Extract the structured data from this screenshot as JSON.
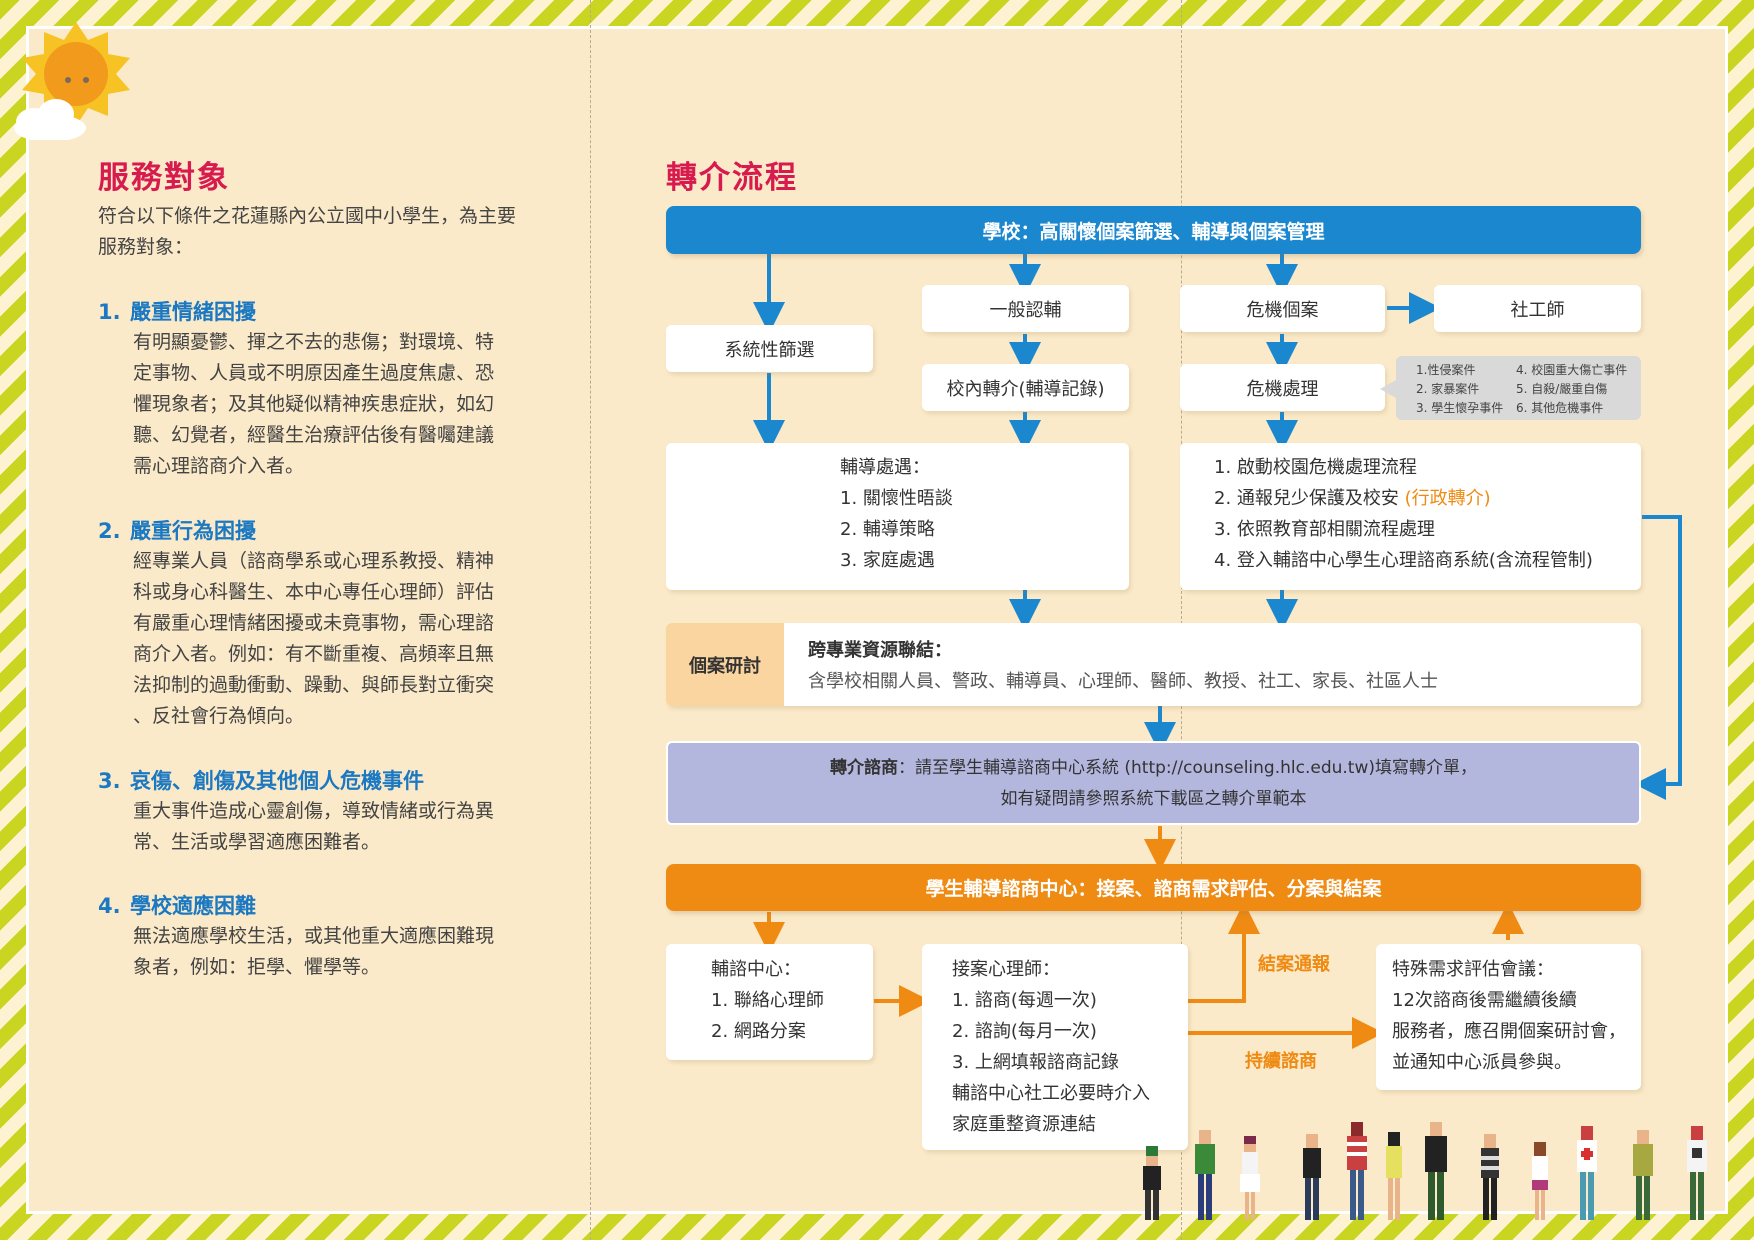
{
  "left": {
    "title": "服務對象",
    "intro": "符合以下條件之花蓮縣內公立國中小學生，為主要服務對象：",
    "items": [
      {
        "num": "1.",
        "title": "嚴重情緒困擾",
        "lines": [
          "有明顯憂鬱、揮之不去的悲傷；對環境、特",
          "定事物、人員或不明原因產生過度焦慮、恐",
          "懼現象者；及其他疑似精神疾患症狀，如幻",
          "聽、幻覺者，經醫生治療評估後有醫囑建議",
          "需心理諮商介入者。"
        ]
      },
      {
        "num": "2.",
        "title": "嚴重行為困擾",
        "lines": [
          "經專業人員（諮商學系或心理系教授、精神",
          "科或身心科醫生、本中心專任心理師）評估",
          "有嚴重心理情緒困擾或未竟事物，需心理諮",
          "商介入者。例如：有不斷重複、高頻率且無",
          "法抑制的過動衝動、躁動、與師長對立衝突",
          "、反社會行為傾向。"
        ]
      },
      {
        "num": "3.",
        "title": "哀傷、創傷及其他個人危機事件",
        "lines": [
          "重大事件造成心靈創傷，導致情緒或行為異",
          "常、生活或學習適應困難者。"
        ]
      },
      {
        "num": "4.",
        "title": "學校適應困難",
        "lines": [
          "無法適應學校生活，或其他重大適應困難現",
          "象者，例如：拒學、懼學等。"
        ]
      }
    ]
  },
  "right": {
    "title": "轉介流程",
    "school_bar": "學校：高關懷個案篩選、輔導與個案管理",
    "systematic": "系統性篩選",
    "general": "一般認輔",
    "intra_referral": "校內轉介(輔導記錄)",
    "crisis_case": "危機個案",
    "social_worker": "社工師",
    "crisis_handling": "危機處理",
    "crisis_types": [
      "1.性侵案件",
      "4. 校園重大傷亡事件",
      "2. 家暴案件",
      "5. 自殺/嚴重自傷",
      "3. 學生懷孕事件",
      "6. 其他危機事件"
    ],
    "counseling_title": "輔導處遇：",
    "counseling_items": [
      "1. 關懷性晤談",
      "2. 輔導策略",
      "3. 家庭處遇"
    ],
    "crisis_steps": [
      "1. 啟動校園危機處理流程",
      "2. 通報兒少保護及校安",
      "3. 依照教育部相關流程處理",
      "4. 登入輔諮中心學生心理諮商系統(含流程管制)"
    ],
    "admin_referral": "(行政轉介)",
    "case_study_label": "個案研討",
    "resource_title": "跨專業資源聯結：",
    "resource_text": "含學校相關人員、警政、輔導員、心理師、醫師、教授、社工、家長、社區人士",
    "referral_bold": "轉介諮商",
    "referral_line1": "：請至學生輔導諮商中心系統 (http://counseling.hlc.edu.tw)填寫轉介單，",
    "referral_line2": "如有疑問請參照系統下載區之轉介單範本",
    "center_bar": "學生輔導諮商中心：接案、諮商需求評估、分案與結案",
    "center_box": [
      "輔諮中心：",
      "1. 聯絡心理師",
      "2. 網路分案"
    ],
    "psych_box": [
      "接案心理師：",
      "1. 諮商(每週一次)",
      "2. 諮詢(每月一次)",
      "3. 上網填報諮商記錄",
      "輔諮中心社工必要時介入",
      "家庭重整資源連結"
    ],
    "close_report": "結案通報",
    "continue_counseling": "持續諮商",
    "special_box": [
      "特殊需求評估會議：",
      "12次諮商後需繼續後續",
      "服務者，應召開個案研討會，",
      "並通知中心派員參與。"
    ]
  },
  "colors": {
    "blue": "#1b87cf",
    "orange": "#ef8a12",
    "lavender": "#b3b6dd",
    "peach": "#fbd5a0",
    "title_red": "#d81b4f",
    "stripe_green": "#c9d520"
  }
}
